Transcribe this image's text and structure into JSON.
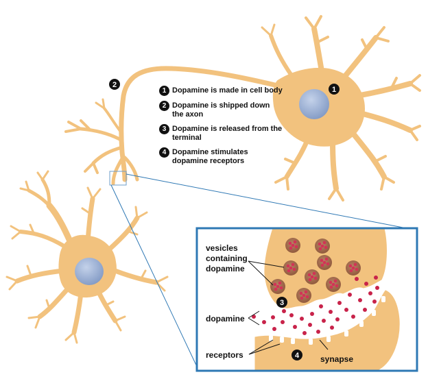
{
  "colors": {
    "neuron_fill": "#f2c27e",
    "neuron_edge": "#e8a44d",
    "nucleus": "#93a9cf",
    "inset_border": "#2e78b4",
    "dopamine": "#c8234a",
    "vesicle": "#a46b4a",
    "badge": "#111111"
  },
  "icons": [
    "step-badge-1",
    "step-badge-2",
    "step-badge-3",
    "step-badge-4"
  ],
  "steps": [
    {
      "num": "1",
      "text": "Dopamine is made in cell body"
    },
    {
      "num": "2",
      "text": "Dopamine is shipped down the axon"
    },
    {
      "num": "3",
      "text": "Dopamine is released from the terminal"
    },
    {
      "num": "4",
      "text": "Dopamine stimulates dopamine receptors"
    }
  ],
  "labels": {
    "vesicles": [
      "vesicles",
      "containing",
      "dopamine"
    ],
    "dopamine": "dopamine",
    "receptors": "receptors",
    "synapse": "synapse"
  },
  "markers": {
    "cell_body": "1",
    "axon": "2",
    "release": "3",
    "receptor": "4"
  }
}
